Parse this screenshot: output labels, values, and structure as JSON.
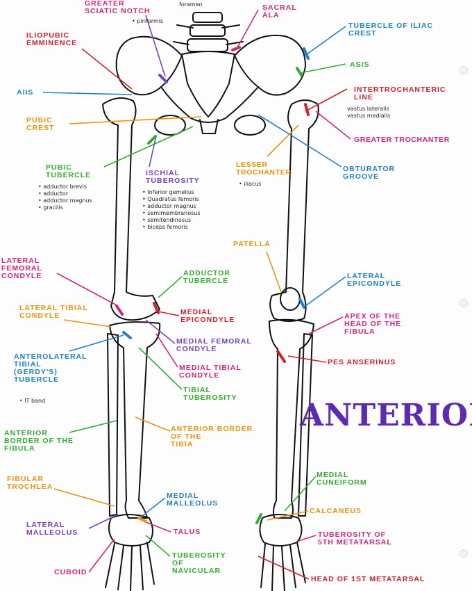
{
  "title": "ANTERIOR",
  "labels": {
    "greater_sciatic_notch": "GREATER\nSCIATIC NOTCH",
    "sciatic_foramen": "foramen",
    "piriformis": "• piriformis",
    "sacral_ala": "SACRAL\nALA",
    "iliopubic_eminence": "ILIOPUBIC\nEMMINENCE",
    "tubercle_iliac_crest": "TUBERCLE OF ILIAC\nCREST",
    "asis": "ASIS",
    "aiis": "AIIS",
    "intertrochanteric_line": "INTERTROCHANTERIC\nLINE",
    "pubic_crest": "PUBIC\nCREST",
    "greater_trochanter": "GREATER TROCHANTER",
    "obturator_groove": "OBTURATOR\nGROOVE",
    "lesser_trochanter": "LESSER\nTROCHANTER",
    "pubic_tubercle": "PUBIC\nTUBERCLE",
    "ischial_tuberosity": "ISCHIAL\nTUBEROSITY",
    "patella": "PATELLA",
    "lateral_femoral_condyle": "LATERAL\nFEMORAL\nCONDYLE",
    "adductor_tubercle": "ADDUCTOR\nTUBERCLE",
    "lateral_epicondyle": "LATERAL\nEPICONDYLE",
    "lateral_tibial_condyle": "LATERAL TIBIAL\nCONDYLE",
    "medial_epicondyle": "MEDIAL\nEPICONDYLE",
    "apex_head_fibula": "APEX OF THE\nHEAD OF THE\nFIBULA",
    "medial_femoral_condyle": "MEDIAL FEMORAL\nCONDYLE",
    "anterolateral_tibial_tubercle": "ANTEROLATERAL\nTIBIAL\n(GERDY'S)\nTUBERCLE",
    "medial_tibial_condyle": "MEDIAL TIBIAL\nCONDYLE",
    "pes_anserinus": "PES ANSERINUS",
    "tibial_tuberosity": "TIBIAL\nTUBEROSITY",
    "anterior_border_fibula": "ANTERIOR\nBORDER OF THE\nFIBULA",
    "anterior_border_tibia": "ANTERIOR BORDER\nOF THE\nTIBIA",
    "medial_cuneiform": "MEDIAL\nCUNEIFORM",
    "fibular_trochlea": "FIBULAR\nTROCHLEA",
    "medial_malleolus": "MEDIAL\nMALLEOLUS",
    "calcaneus": "CALCANEUS",
    "lateral_malleolus": "LATERAL\nMALLEOLUS",
    "talus": "TALUS",
    "tuberosity_5th_metatarsal": "TUBEROSITY OF\n5TH METATARSAL",
    "cuboid": "CUBOID",
    "tuberosity_navicular": "TUBEROSITY\nOF\nNAVICULAR",
    "head_1st_metatarsal": "HEAD OF 1ST METATARSAL"
  },
  "notes": {
    "intertrochanteric": "vastus lateralis\nvastus medialis",
    "lesser_trochanter": "• iliacus",
    "pubic_tubercle": "• adductor brevis\n• adductor\n• adductor magnus\n• gracilis",
    "ischial_tuberosity": "• Inferior gemellus\n• Quadratus femoris\n• adductor magnus\n• semimembranosus\n• semitendinosus\n• biceps femoris",
    "gerdys": "• IT band"
  },
  "colors": {
    "magenta": "#d6237a",
    "blue": "#1f7fc4",
    "green": "#2fae2f",
    "orange": "#e8940f",
    "purple": "#7b3fc2",
    "red": "#d1202a",
    "title": "#5b2bb5",
    "bone_outline": "#111111"
  }
}
